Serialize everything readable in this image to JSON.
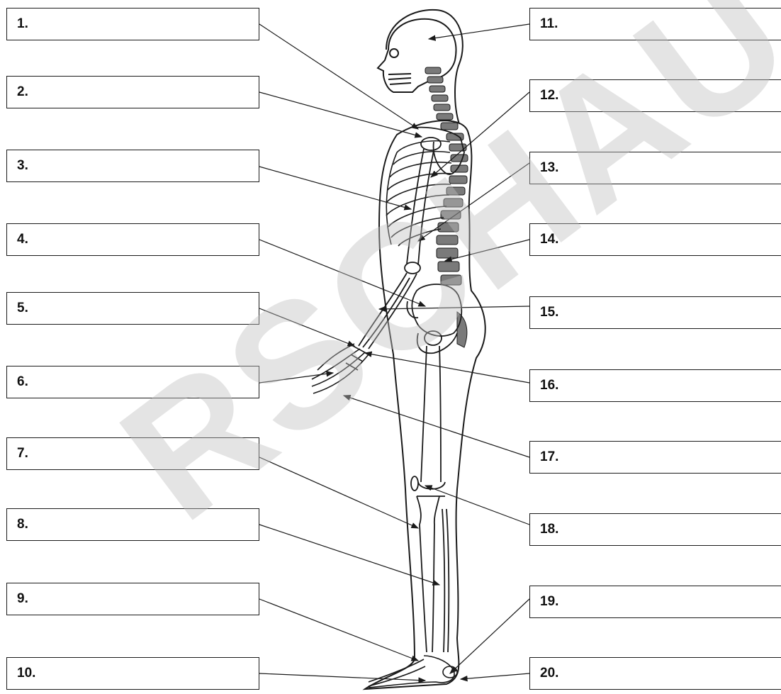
{
  "labels_left": [
    "1.",
    "2.",
    "3.",
    "4.",
    "5.",
    "6.",
    "7.",
    "8.",
    "9.",
    "10."
  ],
  "labels_right": [
    "11.",
    "12.",
    "13.",
    "14.",
    "15.",
    "16.",
    "17.",
    "18.",
    "19.",
    "20."
  ],
  "watermark": "RSCHAU",
  "colors": {
    "line": "#1a1a1a",
    "spine": "#777777",
    "watermark": "#bebebe"
  }
}
